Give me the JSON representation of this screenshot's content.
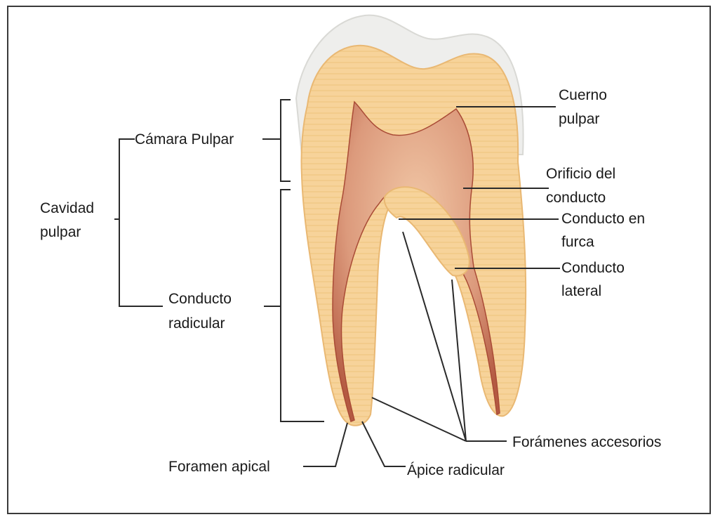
{
  "labels": {
    "cavidad_pulpar": [
      "Cavidad",
      "pulpar"
    ],
    "camara_pulpar": "Cámara Pulpar",
    "conducto_radicular": [
      "Conducto",
      "radicular"
    ],
    "cuerno_pulpar": [
      "Cuerno",
      "pulpar"
    ],
    "orificio_conducto": [
      "Orificio del",
      "conducto"
    ],
    "conducto_furca": [
      "Conducto en",
      "furca"
    ],
    "conducto_lateral": [
      "Conducto",
      "lateral"
    ],
    "foramenes_accesorios": "Forámenes accesorios",
    "foramen_apical": "Foramen apical",
    "apice_radicular": "Ápice radicular"
  },
  "colors": {
    "enamel": "#eeeeec",
    "dentin": "#f7d39a",
    "dentin_stripe": "#eebf78",
    "pulp": "#d98f72",
    "pulp_dark": "#b0523d",
    "line": "#2a2a2a"
  }
}
